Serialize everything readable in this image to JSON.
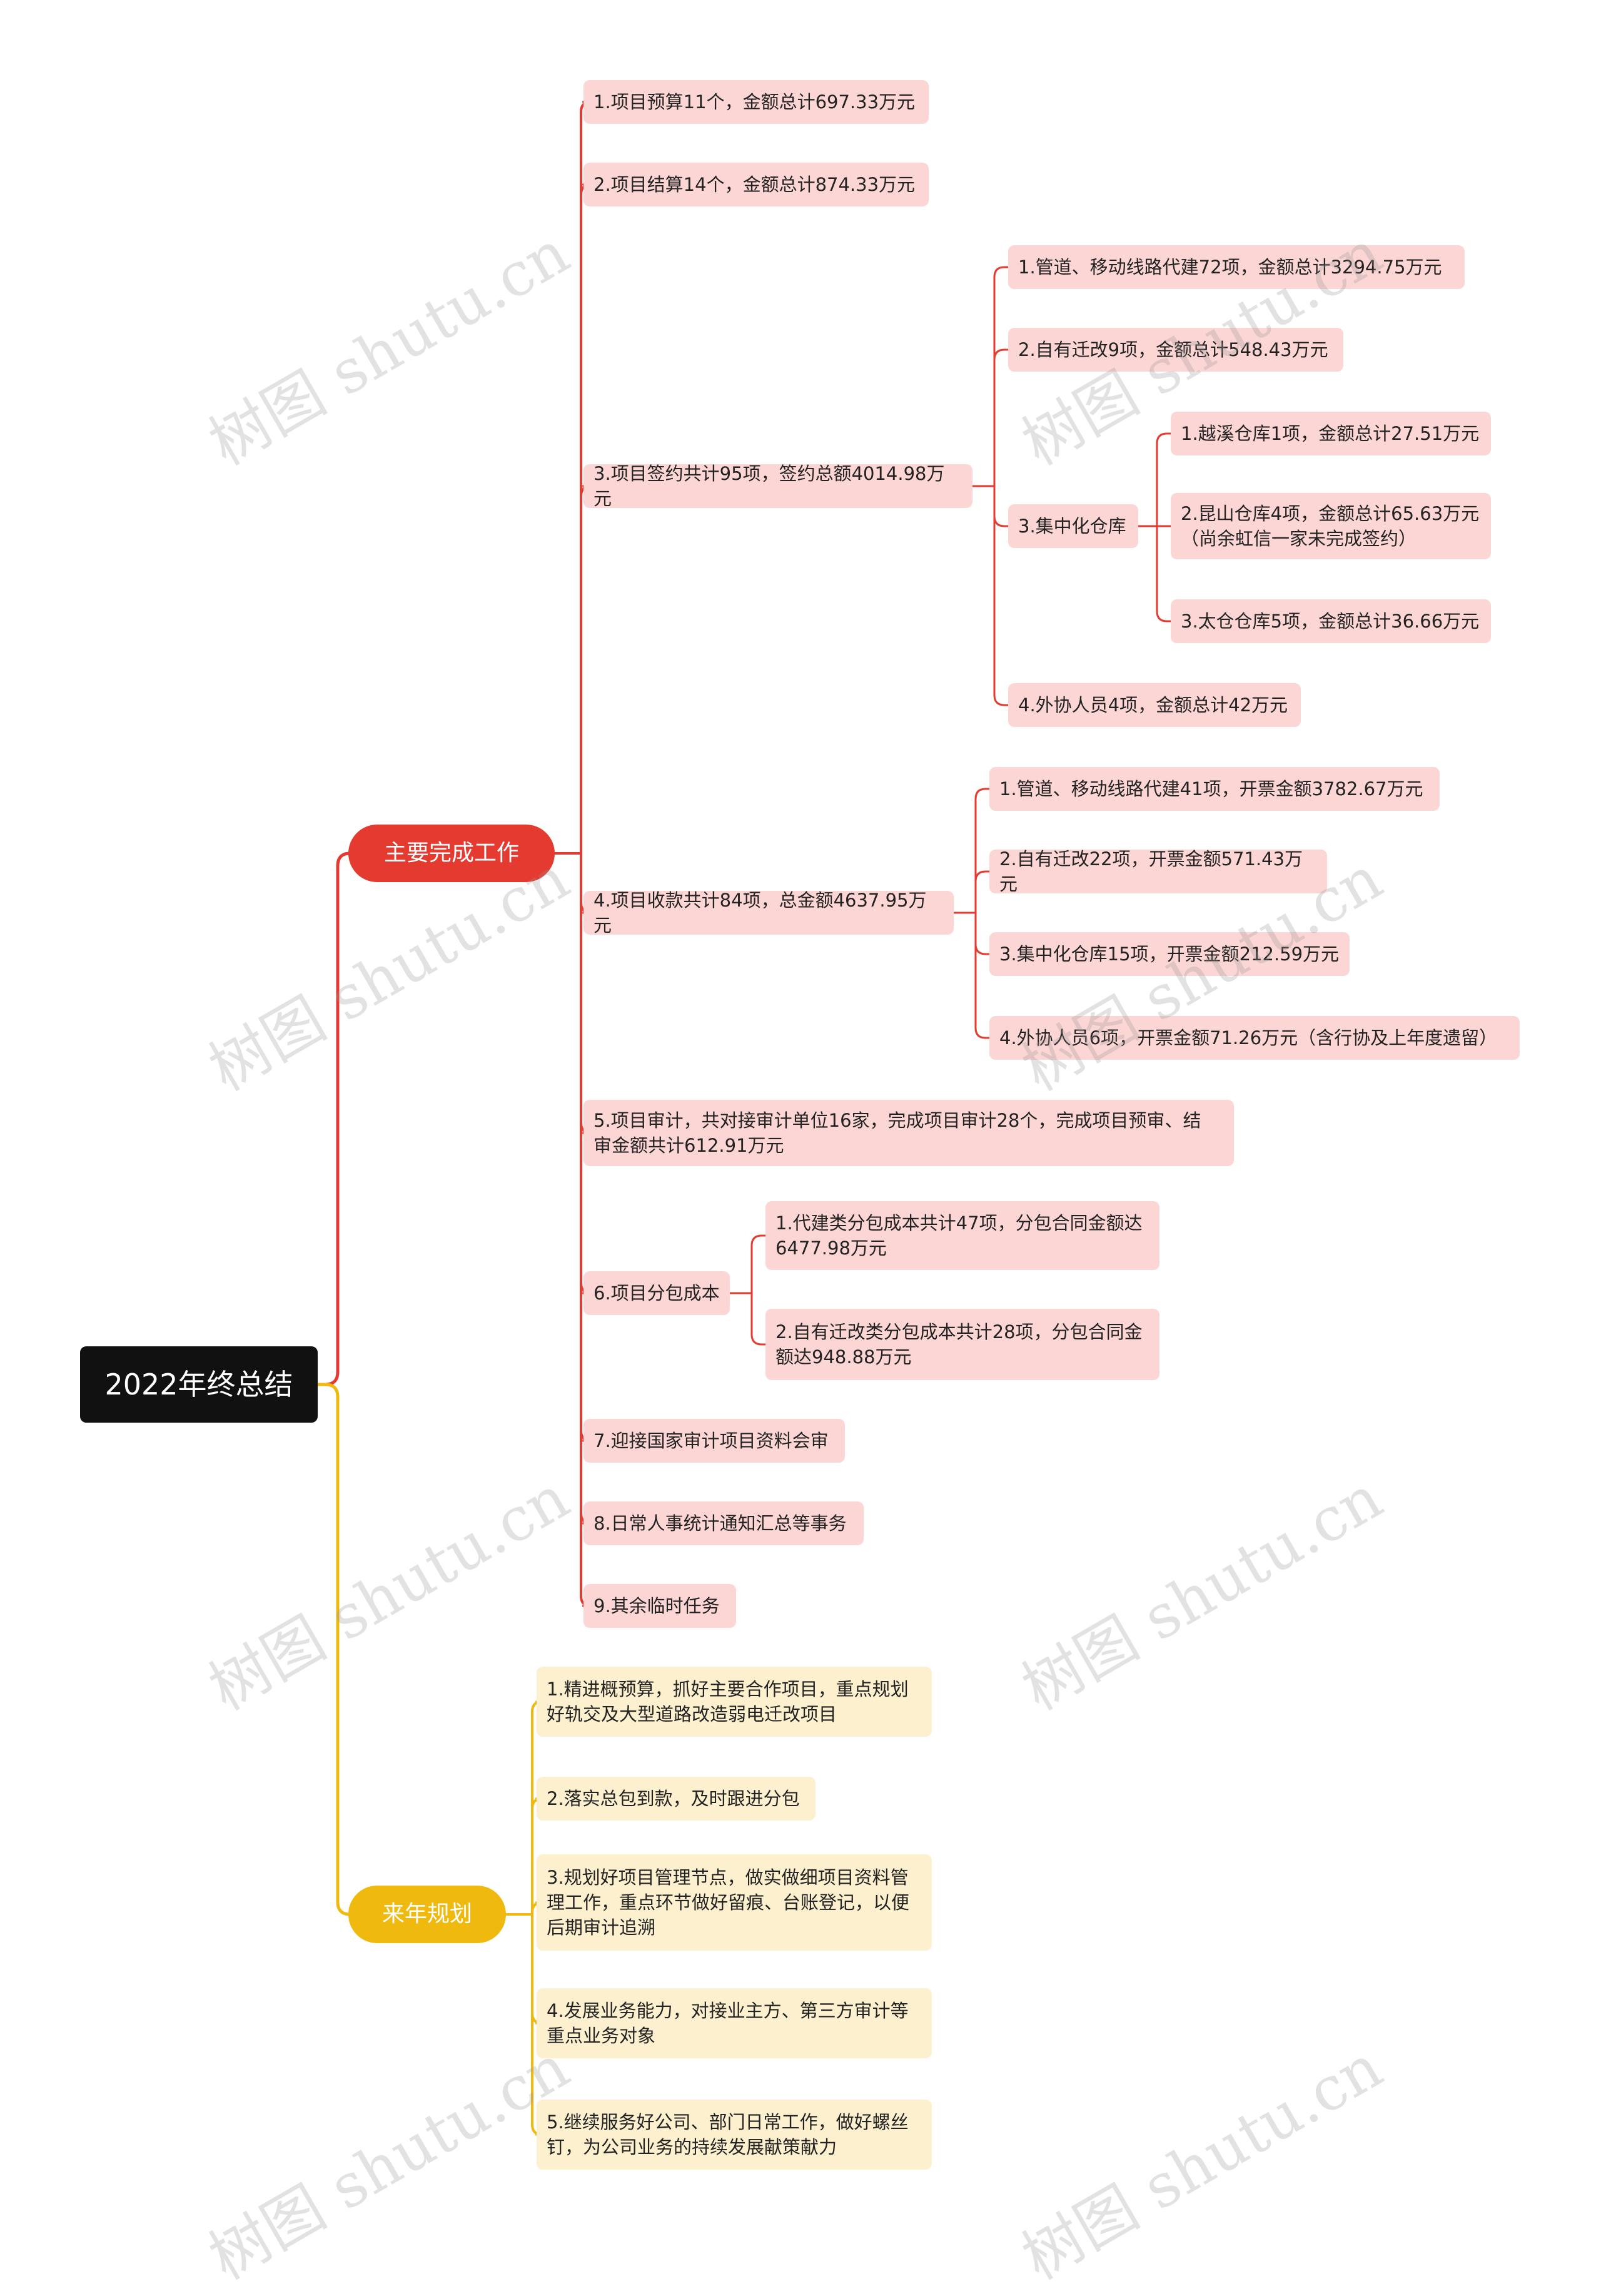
{
  "colors": {
    "red": "#e43a2f",
    "yellow": "#f0b90e",
    "root": "#111111",
    "leaf_red": "#fcd6d4",
    "leaf_yellow": "#fdf0cf"
  },
  "watermark": "树图 shutu.cn",
  "root": {
    "label": "2022年终总结"
  },
  "branches": [
    {
      "label": "主要完成工作",
      "color": "red",
      "items": [
        {
          "label": "1.项目预算11个，金额总计697.33万元"
        },
        {
          "label": "2.项目结算14个，金额总计874.33万元"
        },
        {
          "label": "3.项目签约共计95项，签约总额4014.98万元",
          "children": [
            {
              "label": "1.管道、移动线路代建72项，金额总计3294.75万元"
            },
            {
              "label": "2.自有迁改9项，金额总计548.43万元"
            },
            {
              "label": "3.集中化仓库",
              "children": [
                {
                  "label": "1.越溪仓库1项，金额总计27.51万元"
                },
                {
                  "label": "2.昆山仓库4项，金额总计65.63万元\n（尚余虹信一家未完成签约）"
                },
                {
                  "label": "3.太仓仓库5项，金额总计36.66万元"
                }
              ]
            },
            {
              "label": "4.外协人员4项，金额总计42万元"
            }
          ]
        },
        {
          "label": "4.项目收款共计84项，总金额4637.95万元",
          "children": [
            {
              "label": "1.管道、移动线路代建41项，开票金额3782.67万元"
            },
            {
              "label": "2.自有迁改22项，开票金额571.43万元"
            },
            {
              "label": "3.集中化仓库15项，开票金额212.59万元"
            },
            {
              "label": "4.外协人员6项，开票金额71.26万元（含行协及上年度遗留）"
            }
          ]
        },
        {
          "label": "5.项目审计，共对接审计单位16家，完成项目审计28个，完成项目预审、结\n审金额共计612.91万元"
        },
        {
          "label": "6.项目分包成本",
          "children": [
            {
              "label": "1.代建类分包成本共计47项，分包合同金额达\n6477.98万元"
            },
            {
              "label": "2.自有迁改类分包成本共计28项，分包合同金\n额达948.88万元"
            }
          ]
        },
        {
          "label": "7.迎接国家审计项目资料会审"
        },
        {
          "label": "8.日常人事统计通知汇总等事务"
        },
        {
          "label": "9.其余临时任务"
        }
      ]
    },
    {
      "label": "来年规划",
      "color": "yellow",
      "items": [
        {
          "label": "1.精进概预算，抓好主要合作项目，重点规划\n好轨交及大型道路改造弱电迁改项目"
        },
        {
          "label": "2.落实总包到款，及时跟进分包"
        },
        {
          "label": "3.规划好项目管理节点，做实做细项目资料管\n理工作，重点环节做好留痕、台账登记，以便\n后期审计追溯"
        },
        {
          "label": "4.发展业务能力，对接业主方、第三方审计等\n重点业务对象"
        },
        {
          "label": "5.继续服务好公司、部门日常工作，做好螺丝\n钉，为公司业务的持续发展献策献力"
        }
      ]
    }
  ]
}
